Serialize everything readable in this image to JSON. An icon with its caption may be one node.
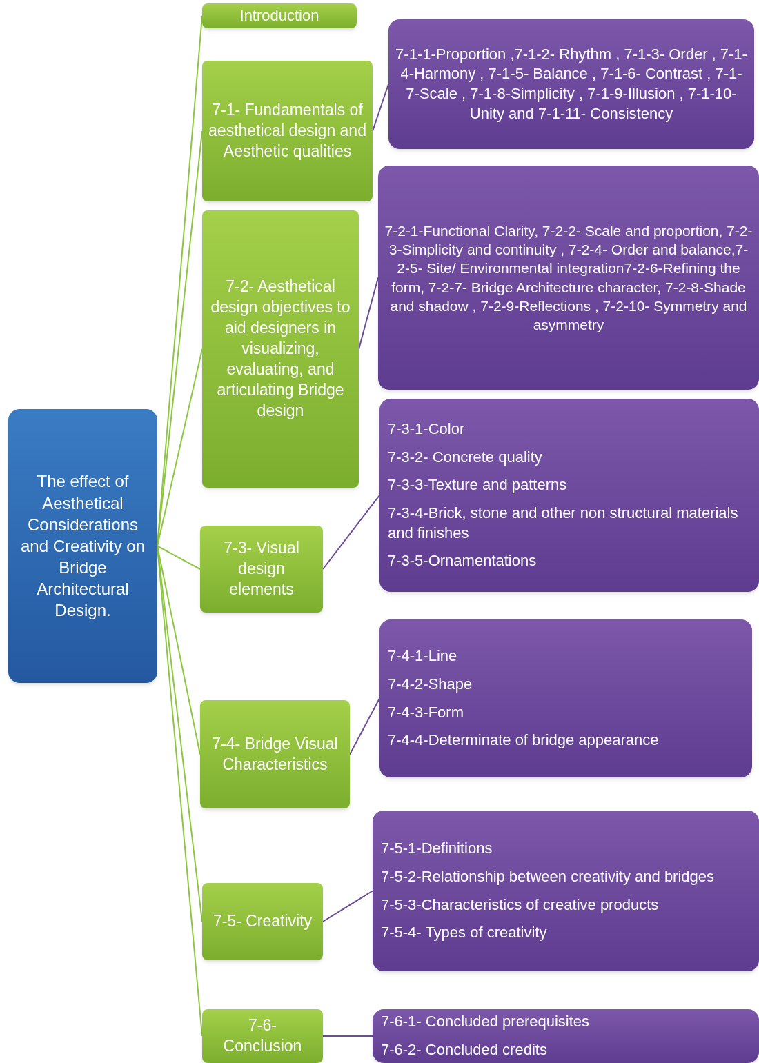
{
  "diagram": {
    "nodes": [
      {
        "text": [
          "The effect of Aesthetical Considerations and Creativity on Bridge Architectural Design."
        ]
      },
      {
        "text": [
          "Introduction"
        ]
      },
      {
        "text": [
          "7-1- Fundamentals of aesthetical design and Aesthetic qualities"
        ]
      },
      {
        "text": [
          "7-1-1-Proportion ,7-1-2- Rhythm , 7-1-3- Order , 7-1-4-Harmony , 7-1-5- Balance , 7-1-6- Contrast , 7-1-7-Scale , 7-1-8-Simplicity , 7-1-9-Illusion , 7-1-10- Unity  and 7-1-11- Consistency"
        ]
      },
      {
        "text": [
          "7-2- Aesthetical design objectives to aid designers in visualizing, evaluating, and articulating Bridge design"
        ]
      },
      {
        "text": [
          "7-2-1-Functional Clarity, 7-2-2- Scale and proportion, 7-2-3-Simplicity and continuity , 7-2-4- Order and balance,7-2-5- Site/ Environmental integration7-2-6-Refining the form, 7-2-7- Bridge Architecture character, 7-2-8-Shade and shadow , 7-2-9-Reflections , 7-2-10- Symmetry and asymmetry"
        ]
      },
      {
        "text": [
          "7-3- Visual design elements"
        ]
      },
      {
        "text": [
          "7-3-1-Color",
          "7-3-2- Concrete quality",
          "7-3-3-Texture and patterns",
          "7-3-4-Brick, stone and other non structural materials and finishes",
          "7-3-5-Ornamentations"
        ]
      },
      {
        "text": [
          "7-4- Bridge Visual Characteristics"
        ]
      },
      {
        "text": [
          "7-4-1-Line",
          "7-4-2-Shape",
          "7-4-3-Form",
          "7-4-4-Determinate of bridge appearance"
        ]
      },
      {
        "text": [
          "7-5- Creativity"
        ]
      },
      {
        "text": [
          "7-5-1-Definitions",
          "7-5-2-Relationship between creativity and bridges",
          "7-5-3-Characteristics of creative products",
          "7-5-4- Types of creativity"
        ]
      },
      {
        "text": [
          "7-6- Conclusion"
        ]
      },
      {
        "text": [
          "7-6-1- Concluded prerequisites",
          "7-6-2- Concluded credits"
        ]
      }
    ],
    "edges": [
      {
        "from": 0,
        "to": 1,
        "arrow": "none"
      },
      {
        "from": 0,
        "to": 2,
        "arrow": "none"
      },
      {
        "from": 0,
        "to": 4,
        "arrow": "none"
      },
      {
        "from": 0,
        "to": 6,
        "arrow": "none"
      },
      {
        "from": 0,
        "to": 8,
        "arrow": "none"
      },
      {
        "from": 0,
        "to": 10,
        "arrow": "none"
      },
      {
        "from": 0,
        "to": 12,
        "arrow": "none"
      },
      {
        "from": 2,
        "to": 3,
        "arrow": "none",
        "color": "#6b4c9a"
      },
      {
        "from": 4,
        "to": 5,
        "arrow": "none",
        "color": "#6b4c9a"
      },
      {
        "from": 6,
        "to": 7,
        "arrow": "none",
        "color": "#6b4c9a"
      },
      {
        "from": 8,
        "to": 9,
        "arrow": "none",
        "color": "#6b4c9a"
      },
      {
        "from": 10,
        "to": 11,
        "arrow": "none",
        "color": "#6b4c9a"
      },
      {
        "from": 12,
        "to": 13,
        "arrow": "none",
        "color": "#6b4c9a"
      }
    ]
  }
}
